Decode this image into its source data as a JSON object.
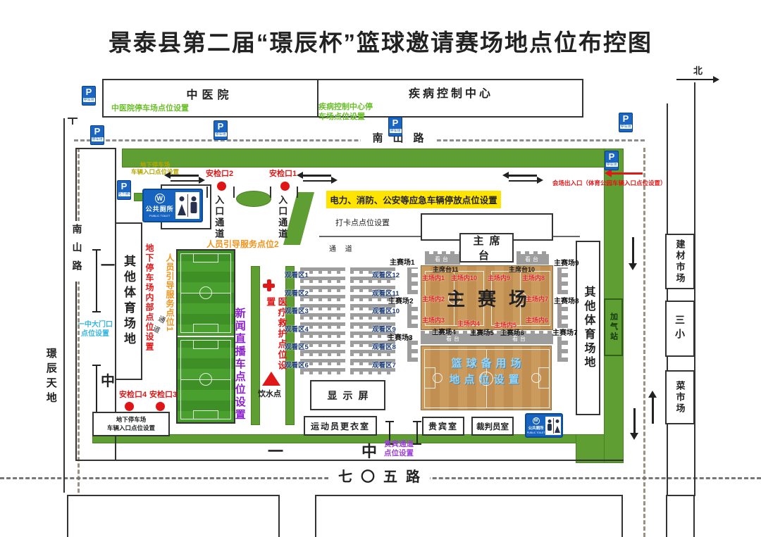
{
  "title": "景泰县第二届“璟辰杯”篮球邀请赛场地点位布控图",
  "compass": {
    "north": "北"
  },
  "top_area": {
    "hospital": "中医院",
    "cdc": "疾病控制中心",
    "hospital_parking_note": "中医院停车场点位设置",
    "cdc_parking_note": "疾病控制中心停\n车场点位设置",
    "road_nanshan": "南山路",
    "venue_entrance_note": "会场出入口（体育公园车辆入口点位设置）",
    "underground_parking_entrance_note": "地下停车场\n车辆入口点位设置"
  },
  "parking": {
    "p": "P",
    "label": "停车场",
    "label_underground": "地下停车场"
  },
  "toilet": {
    "logo": "W",
    "name": "公共厕所",
    "name_en": "PUBLIC TOILET"
  },
  "security": {
    "checkpoint_1": "安检口1",
    "checkpoint_2": "安检口2",
    "checkpoint_3": "安检口3",
    "checkpoint_4": "安检口4",
    "entrance_channel": "入口通道",
    "guide_service_1": "人员引导服务点位1",
    "guide_service_2": "人员引导服务点位2"
  },
  "notes": {
    "emergency_vehicles": "电力、消防、公安等应急车辆停放点位设置",
    "checkin_point": "打卡点点位设置",
    "passage": "通 道",
    "passage_diag": "通道",
    "media_truck": "新闻直播车点位设置",
    "medical_rescue": "医疗救护点位设置",
    "water_point": "饮水点",
    "vip_channel": "贵宾通道\n点位设置",
    "underground_internal": "地下停车场内部点位设置",
    "underground_vehicle_entrance": "地下停车场\n车辆入口点位设置",
    "school_gate": "一中大门口\n点位设置"
  },
  "west": {
    "road_nanshan": "南山路",
    "jingchen_tiandi": "璟辰天地",
    "school_char_top": "一",
    "school_char_bottom": "中",
    "other_sports_field": "其他体育场地"
  },
  "viewing": {
    "left": [
      "观看区1",
      "观看区2",
      "观看区3",
      "观看区4",
      "观看区5",
      "观看区6"
    ],
    "right": [
      "观看区12",
      "观看区11",
      "观看区10",
      "观看区9",
      "观看区8",
      "观看区7"
    ]
  },
  "stadium": {
    "rostrum": "主席台",
    "rostrum_11": "主席台11",
    "rostrum_10": "主席台10",
    "main": "主赛场",
    "stand": "看台",
    "inner": [
      "主场内1",
      "主场内10",
      "主场内9",
      "主场内8",
      "主场内2",
      "主场内7",
      "主场内3",
      "主场内4",
      "主场内5",
      "主场内6"
    ],
    "outer_left": [
      "主赛场1",
      "主赛场2",
      "主赛场3"
    ],
    "outer_right": [
      "主赛场9",
      "主赛场8",
      "主赛场7"
    ],
    "outer_bottom": [
      "主赛场4",
      "主赛场5",
      "主赛场6"
    ],
    "backup_court_note": "篮球备用场\n地点位设置"
  },
  "rooms": {
    "display_screen": "显示屏",
    "changing_room": "运动员更衣室",
    "vip_room": "贵宾室",
    "referee_room": "裁判员室"
  },
  "south": {
    "school_char_1": "一",
    "school_char_2": "中",
    "road_705": "七〇五路"
  },
  "east": {
    "other_sports_field": "其他体育场地",
    "gas_station": "加气站",
    "building_materials_market": "建材市场",
    "school_no3": "三小",
    "vegetable_market": "菜市场"
  },
  "colors": {
    "hedge_green": "#5f9e33",
    "court_wood": "#c9995c",
    "highlight_yellow": "#ffe400",
    "alert_red": "#e01818",
    "guide_orange": "#f0941d",
    "media_purple": "#8a1fd0",
    "sign_blue": "#1663c0",
    "note_green": "#6abf2a",
    "note_lightblue": "#35b5de"
  }
}
